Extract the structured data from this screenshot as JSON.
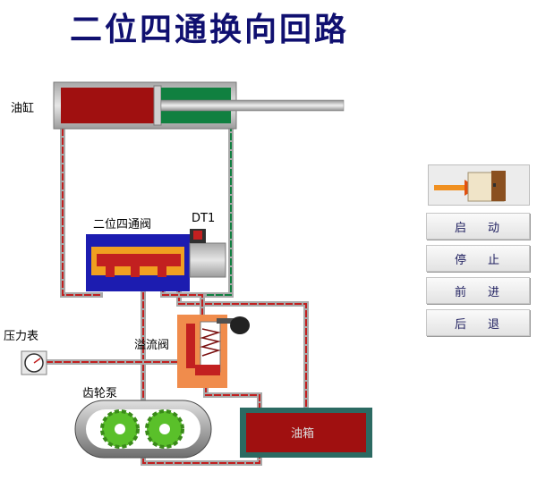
{
  "title": "二位四通换向回路",
  "labels": {
    "cylinder": "油缸",
    "valve": "二位四通阀",
    "solenoid": "DT1",
    "gauge": "压力表",
    "relief_valve": "溢流阀",
    "pump": "齿轮泵",
    "tank": "油箱"
  },
  "controls": {
    "start": "启动",
    "stop": "停止",
    "forward": "前进",
    "back": "后退"
  },
  "colors": {
    "oil": "#a01010",
    "green": "#108040",
    "valve_blue": "#1c1cb0",
    "relief_orange": "#f08c4c",
    "tank_border": "#2c6a62"
  }
}
